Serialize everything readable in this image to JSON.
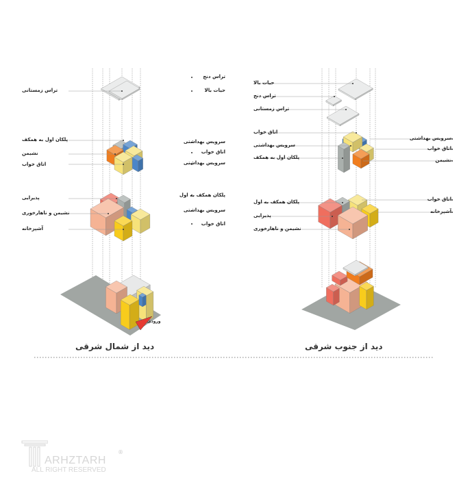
{
  "views": [
    {
      "caption": "دید از شمال شرقی",
      "entrance": "ورودی",
      "left_labels": [
        "تراس زمستانی",
        "پلکان اول به همکف",
        "نشیمن",
        "اتاق خواب",
        "پذیرایی",
        "نشیمن و ناهارخوری",
        "آشپزخانه"
      ],
      "right_labels": [
        "تراس دنج",
        "حیات بالا",
        "سرویس بهداشتی",
        "اتاق خواب",
        "سرویس بهداشتی",
        "پلکان همکف به اول",
        "سرویس بهداشتی",
        "اتاق خواب"
      ]
    },
    {
      "caption": "دید از جنوب شرقی",
      "left_labels": [
        "حیات بالا",
        "تراس دنج",
        "تراس زمستانی",
        "اتاق خواب",
        "سرویس بهداشتی",
        "پلکان اول به همکف",
        "پلکان همکف به اول",
        "پذیرایی",
        "نشیمن و ناهارخوری"
      ],
      "right_labels": [
        "سرویس بهداشتی",
        "اتاق خواب",
        "نشیمن",
        "اتاق خواب",
        "آشپزخانه"
      ]
    }
  ],
  "logo": {
    "name": "ARHZTARH",
    "sub": "ALL RIGHT RESERVED",
    "reg": "®"
  },
  "colors": {
    "orange": "#f07d1e",
    "yellow": "#f6e27a",
    "gold": "#f8cc1c",
    "blue": "#4a86c8",
    "gray": "#aab0ad",
    "salmon": "#f5b394",
    "red": "#ef6e5e",
    "plate": "#a1a6a3"
  }
}
